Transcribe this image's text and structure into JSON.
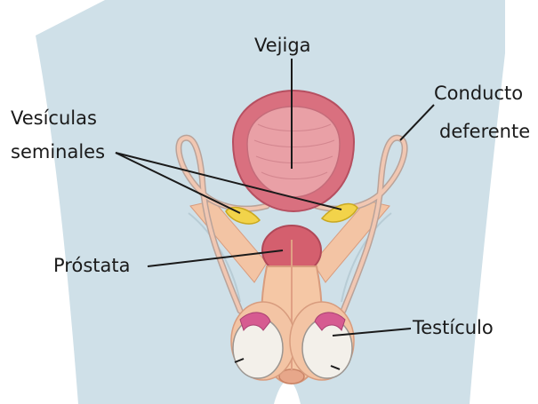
{
  "labels": {
    "vejiga": "Vejiga",
    "conducto_deferente": [
      "Conducto",
      "deferente"
    ],
    "vesiculas_seminales": [
      "Vesículas",
      "seminales"
    ],
    "prostata": "Próstata",
    "testiculo": "Testículo"
  },
  "colors": {
    "body_skin": "#cfe0e8",
    "tissue_peach": "#f3c4a4",
    "bladder": "#d9707f",
    "bladder_inner": "#e9a0a6",
    "prostate": "#d45f6e",
    "seminal_vesicles": "#f2d34a",
    "testis": "#f3f0ea",
    "epididymis": "#d65b91",
    "leader_lines": "#1a1a1a"
  }
}
